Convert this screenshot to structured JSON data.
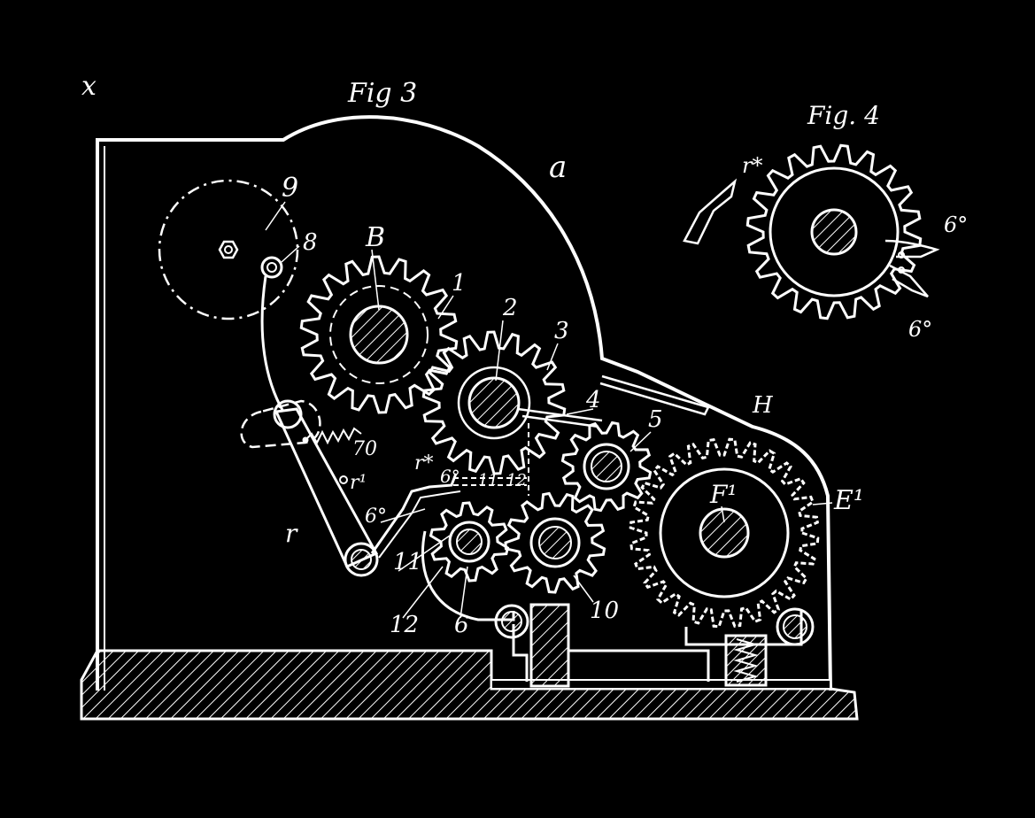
{
  "figures": [
    {
      "id": "fig3",
      "title": "Fig 3"
    },
    {
      "id": "fig4",
      "title": "Fig. 4"
    }
  ],
  "margin_mark": "x",
  "labels": {
    "a": "a",
    "H": "H",
    "B": "B",
    "E1": "E¹",
    "F1": "F¹",
    "n1": "1",
    "n2": "2",
    "n3": "3",
    "n4": "4",
    "n5": "5",
    "n6": "6",
    "n8": "8",
    "n9": "9",
    "n10": "10",
    "n11": "11",
    "n11b": "11",
    "n12": "12",
    "n12b": "12",
    "r": "r",
    "r1": "r¹",
    "r_star": "r*",
    "n70": "70",
    "six_o_a": "6°",
    "six_o_b": "6°",
    "fig4_r_star": "r*",
    "fig4_six_o_a": "6°",
    "fig4_six_o_b": "6°"
  },
  "colors": {
    "background": "#000000",
    "line": "#ffffff"
  }
}
